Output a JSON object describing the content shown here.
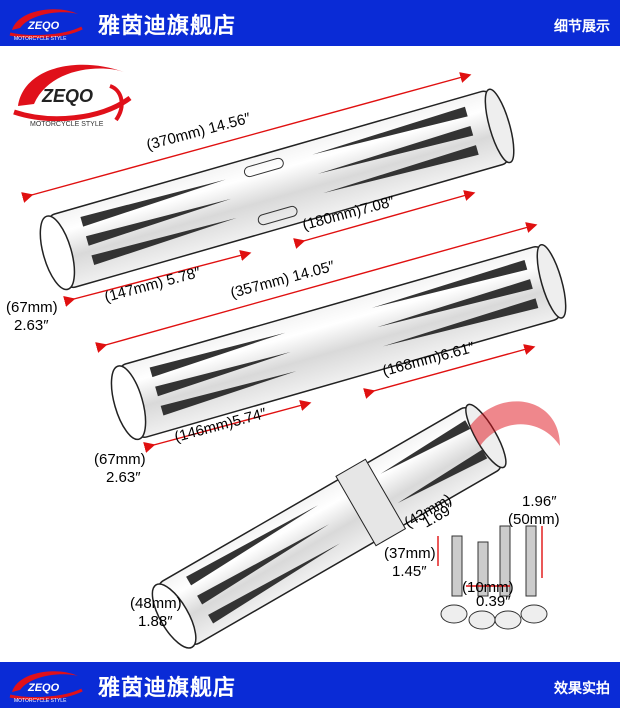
{
  "header": {
    "store_name": "雅茵迪旗舰店",
    "section_tag": "细节展示",
    "logo_text": "ZEQO",
    "logo_sub": "MOTORCYCLE STYLE"
  },
  "footer": {
    "store_name": "雅茵迪旗舰店",
    "section_tag": "效果实拍",
    "logo_text": "ZEQO",
    "logo_sub": "MOTORCYCLE STYLE"
  },
  "product_logo": {
    "text": "ZEQO",
    "subtitle": "MOTORCYCLE STYLE"
  },
  "dimensions": {
    "grip1_length": "(370mm) 14.56″",
    "grip1_inner": "(180mm)7.08″",
    "grip1_diameter_mm": "(67mm)",
    "grip1_diameter_in": "2.63″",
    "grip1_outer": "(147mm) 5.78″",
    "grip2_length": "(357mm) 14.05″",
    "grip2_inner": "(168mm)6.61″",
    "grip2_outer": "(146mm)5.74″",
    "grip2_diameter_mm": "(67mm)",
    "grip2_diameter_in": "2.63″",
    "peg_collar_mm": "(43mm)",
    "peg_collar_in": "1.69″",
    "bolt_long_in": "1.96″",
    "bolt_long_mm": "(50mm)",
    "bolt_short_mm": "(37mm)",
    "bolt_short_in": "1.45″",
    "spacer_mm": "(10mm)",
    "spacer_in": "0.39″",
    "peg_diameter_mm": "(48mm)",
    "peg_diameter_in": "1.88″"
  }
}
